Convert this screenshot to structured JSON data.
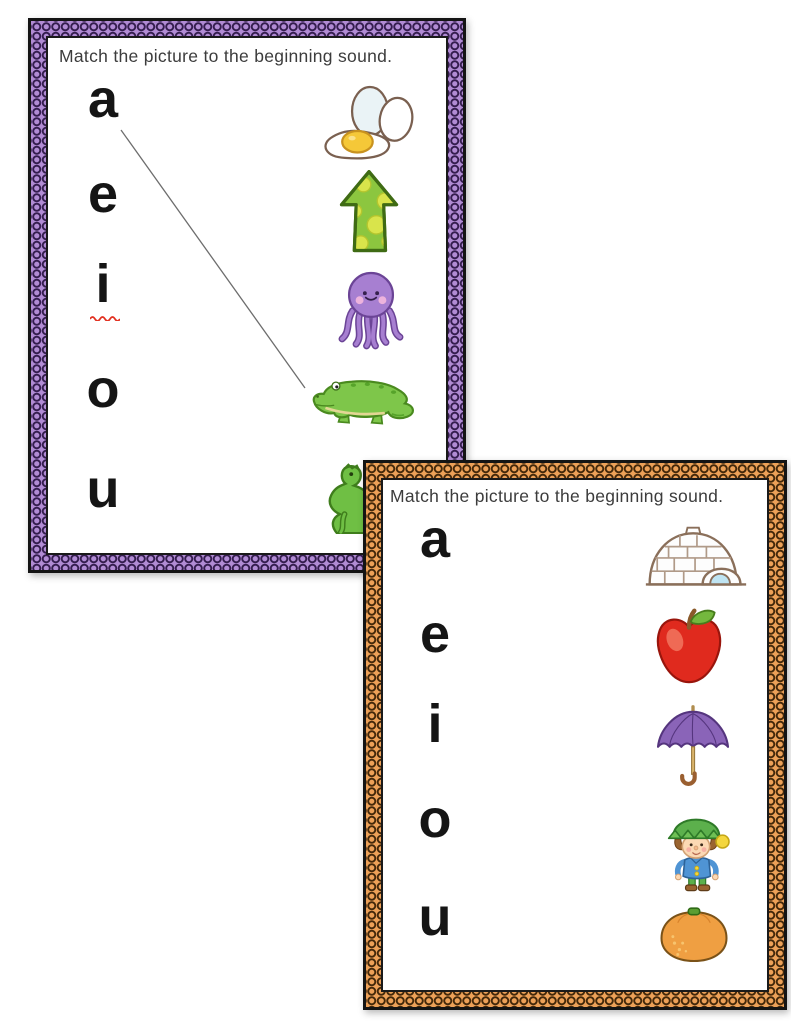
{
  "worksheets": [
    {
      "title": "Match the picture to the beginning sound.",
      "letters": [
        "a",
        "e",
        "i",
        "o",
        "u"
      ],
      "pictures": [
        "eggs",
        "up-arrow",
        "octopus",
        "alligator",
        "iguana"
      ],
      "band_color": "#b18bd4",
      "band_ring_color": "#341d4e",
      "match_line": {
        "from_letter": "a",
        "to_picture": "alligator",
        "color": "#6d6d6d"
      },
      "spellcheck": {
        "letter": "i",
        "underline_color": "#e23020"
      }
    },
    {
      "title": "Match the picture to the beginning sound.",
      "letters": [
        "a",
        "e",
        "i",
        "o",
        "u"
      ],
      "pictures": [
        "igloo",
        "apple",
        "umbrella",
        "elf",
        "orange"
      ],
      "band_color": "#eda158",
      "band_ring_color": "#43280a"
    }
  ]
}
